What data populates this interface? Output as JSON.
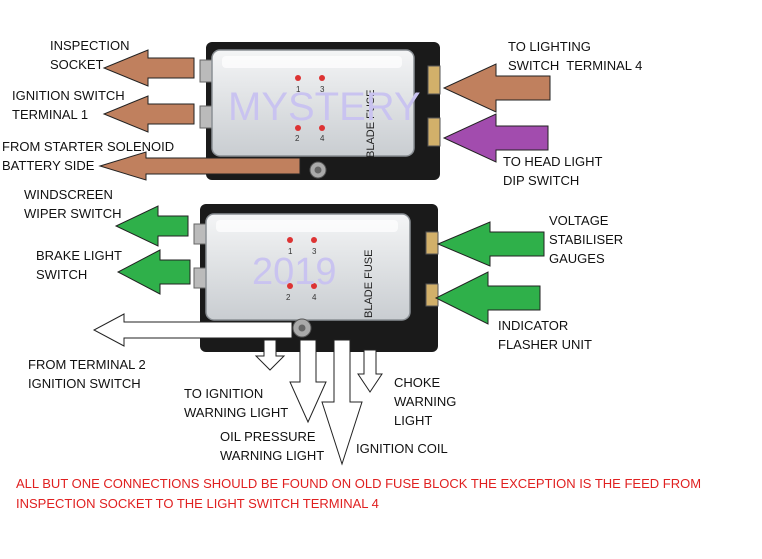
{
  "labels": {
    "inspection_socket": "INSPECTION\nSOCKET",
    "ignition_switch_t1": "IGNITION SWITCH\nTERMINAL 1",
    "starter_solenoid": "FROM STARTER SOLENOID\nBATTERY SIDE",
    "lighting_switch_t4": "TO LIGHTING\nSWITCH  TERMINAL 4",
    "head_light_dip": "TO HEAD LIGHT\nDIP SWITCH",
    "windscreen_wiper": "WINDSCREEN\nWIPER SWITCH",
    "brake_light": "BRAKE LIGHT\nSWITCH",
    "voltage_stabiliser": "VOLTAGE\nSTABILISER\nGAUGES",
    "indicator_flasher": "INDICATOR\nFLASHER UNIT",
    "from_terminal_2": "FROM TERMINAL 2\nIGNITION SWITCH",
    "ignition_warning": "TO IGNITION\nWARNING LIGHT",
    "oil_pressure": "OIL PRESSURE\nWARNING LIGHT",
    "ignition_coil": "IGNITION COIL",
    "choke_warning": "CHOKE\nWARNING\nLIGHT"
  },
  "fuse_blocks": {
    "top_title": "MYSTERY",
    "bottom_title": "2019",
    "side_text": "BLADE FUSE",
    "slot_1": "1",
    "slot_2": "2",
    "slot_3": "3",
    "slot_4": "4"
  },
  "footer_note": "ALL BUT ONE  CONNECTIONS SHOULD BE FOUND ON OLD FUSE BLOCK THE EXCEPTION IS THE FEED FROM INSPECTION SOCKET  TO THE LIGHT SWITCH  TERMINAL 4",
  "colors": {
    "brown_arrow": "#c0805e",
    "purple_arrow": "#a24cae",
    "green_arrow": "#2fb04a",
    "white_arrow": "#ffffff",
    "note_text": "#e02020"
  }
}
